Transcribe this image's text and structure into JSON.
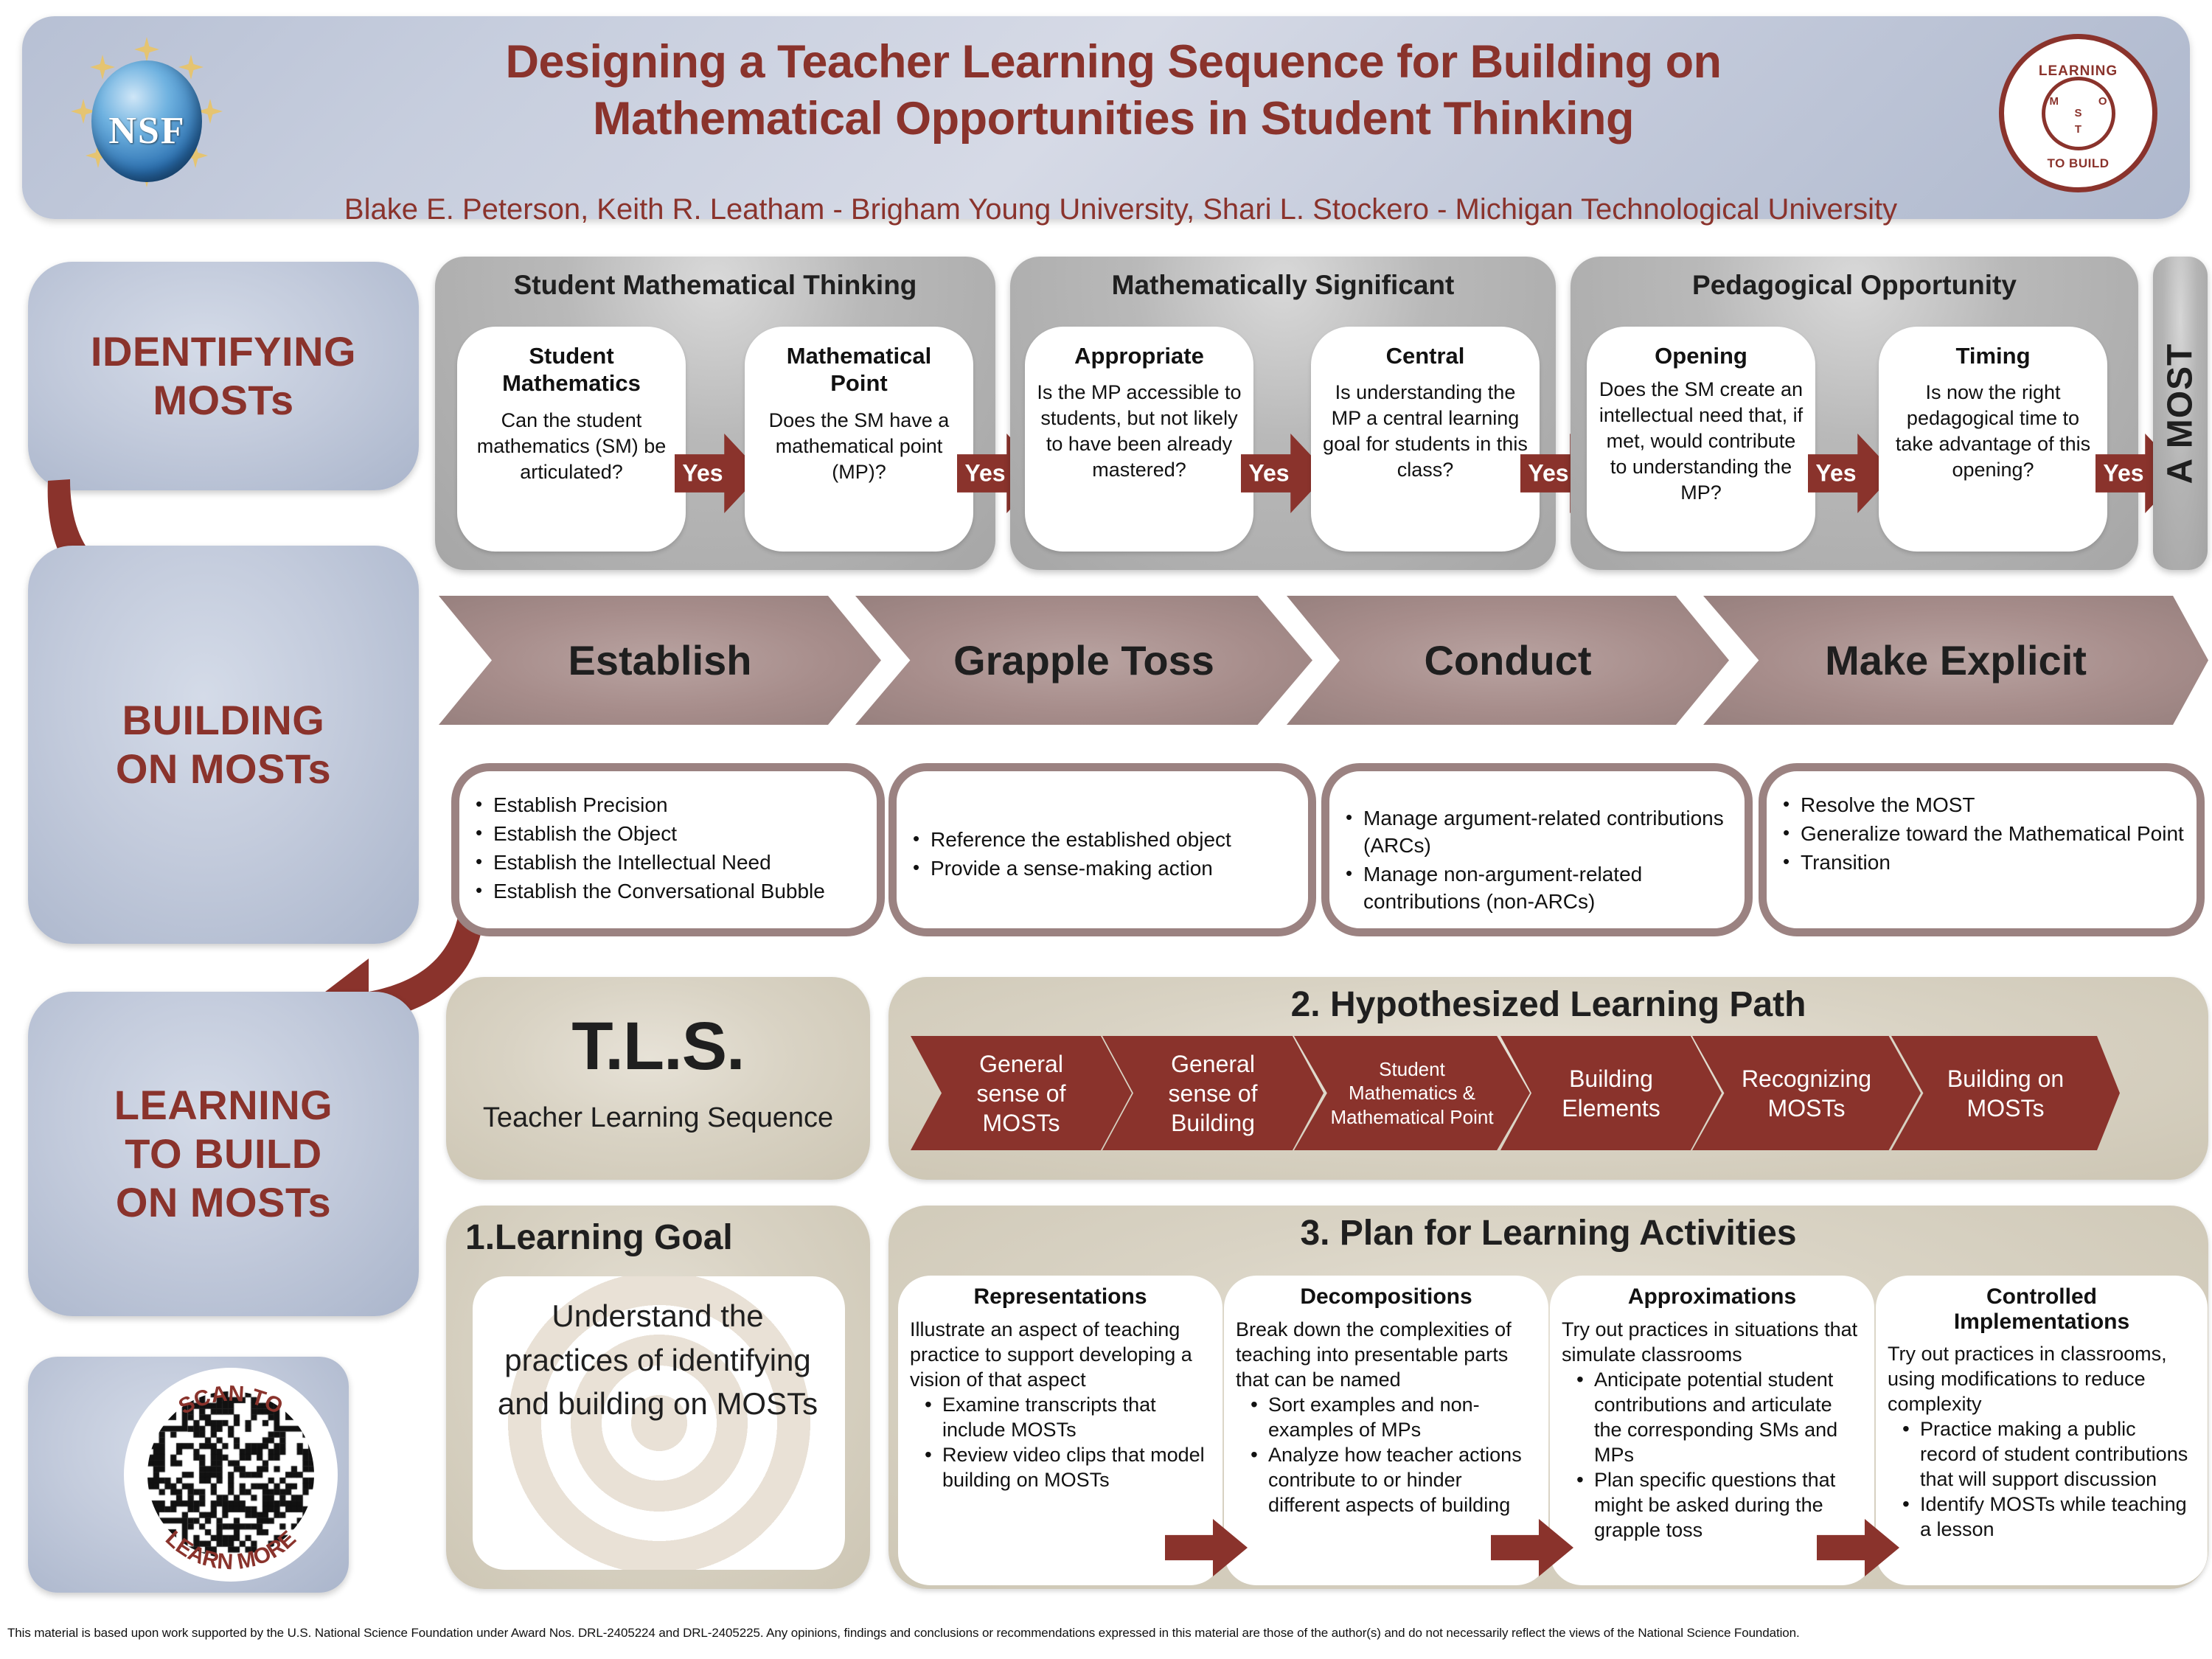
{
  "header": {
    "title_line1": "Designing a Teacher Learning Sequence for Building on",
    "title_line2": "Mathematical Opportunities in Student Thinking",
    "authors": "Blake E. Peterson, Keith R. Leatham - Brigham Young University, Shari L. Stockero - Michigan Technological University",
    "nsf_logo_text": "NSF",
    "most_logo_top": "LEARNING",
    "most_logo_bottom": "TO BUILD",
    "most_logo_letters": {
      "m": "M",
      "o": "O",
      "s": "S",
      "t": "T"
    }
  },
  "sidebar": {
    "identifying": "IDENTIFYING\nMOSTs",
    "identifying_l1": "IDENTIFYING",
    "identifying_l2": "MOSTs",
    "building_l1": "BUILDING",
    "building_l2": "ON MOSTs",
    "learning_l1": "LEARNING",
    "learning_l2": "TO BUILD",
    "learning_l3": "ON MOSTs",
    "qr_top": "SCAN TO",
    "qr_bottom": "LEARN MORE"
  },
  "identifying": {
    "groups": [
      {
        "title": "Student Mathematical Thinking",
        "boxes": [
          {
            "name": "Student\nMathematics",
            "title_l1": "Student",
            "title_l2": "Mathematics",
            "question": "Can the student mathematics (SM) be articulated?"
          },
          {
            "name": "Mathematical Point",
            "title_l1": "Mathematical",
            "title_l2": "Point",
            "question": "Does the SM have a mathematical point (MP)?"
          }
        ]
      },
      {
        "title": "Mathematically Significant",
        "boxes": [
          {
            "title_l1": "Appropriate",
            "title_l2": "",
            "question": "Is the MP accessible to students, but not likely to have been already mastered?"
          },
          {
            "title_l1": "Central",
            "title_l2": "",
            "question": "Is understanding the MP a central learning goal for students in this class?"
          }
        ]
      },
      {
        "title": "Pedagogical Opportunity",
        "boxes": [
          {
            "title_l1": "Opening",
            "title_l2": "",
            "question": "Does the SM create an intellectual need that, if met, would contribute to understanding the MP?"
          },
          {
            "title_l1": "Timing",
            "title_l2": "",
            "question": "Is now the right pedagogical time to take advantage of this opening?"
          }
        ]
      }
    ],
    "yes_label": "Yes",
    "result": "A MOST"
  },
  "building": {
    "phases": [
      {
        "label": "Establish",
        "bullets": [
          "Establish Precision",
          "Establish the Object",
          "Establish the Intellectual Need",
          "Establish the Conversational Bubble"
        ]
      },
      {
        "label": "Grapple Toss",
        "bullets": [
          "Reference the established object",
          "Provide a sense-making action"
        ]
      },
      {
        "label": "Conduct",
        "bullets": [
          "Manage argument-related contributions (ARCs)",
          "Manage non-argument-related contributions (non-ARCs)"
        ]
      },
      {
        "label": "Make Explicit",
        "bullets": [
          "Resolve the MOST",
          "Generalize toward the Mathematical Point",
          "Transition"
        ]
      }
    ]
  },
  "tls": {
    "acronym": "T.L.S.",
    "expansion": "Teacher Learning Sequence"
  },
  "learning_path": {
    "title": "2. Hypothesized Learning Path",
    "steps": [
      {
        "text": "General sense of MOSTs",
        "l1": "General",
        "l2": "sense of",
        "l3": "MOSTs",
        "small": false
      },
      {
        "text": "General sense of Building",
        "l1": "General",
        "l2": "sense of",
        "l3": "Building",
        "small": false
      },
      {
        "text": "Student Mathematics & Mathematical Point",
        "l1": "Student",
        "l2": "Mathematics &",
        "l3": "Mathematical Point",
        "small": true
      },
      {
        "text": "Building Elements",
        "l1": "Building",
        "l2": "Elements",
        "l3": "",
        "small": false
      },
      {
        "text": "Recognizing MOSTs",
        "l1": "Recognizing",
        "l2": "MOSTs",
        "l3": "",
        "small": false
      },
      {
        "text": "Building on MOSTs",
        "l1": "Building on",
        "l2": "MOSTs",
        "l3": "",
        "small": false
      }
    ]
  },
  "learning_goal": {
    "title": "1.Learning Goal",
    "text": "Understand the practices of identifying and building on MOSTs"
  },
  "plan": {
    "title": "3. Plan for Learning Activities",
    "columns": [
      {
        "title": "Representations",
        "lead": "Illustrate an aspect of teaching practice to support developing a vision of that aspect",
        "bullets": [
          "Examine transcripts that include MOSTs",
          "Review video clips that model building on MOSTs"
        ]
      },
      {
        "title": "Decompositions",
        "lead": "Break down the complexities of teaching into presentable parts that can be named",
        "bullets": [
          "Sort examples and non-examples of MPs",
          "Analyze how teacher actions contribute to or hinder different aspects of building"
        ]
      },
      {
        "title": "Approximations",
        "lead": "Try out practices in situations that simulate classrooms",
        "bullets": [
          "Anticipate potential student contributions and articulate the corresponding SMs and MPs",
          "Plan specific questions that might be asked during the grapple toss"
        ]
      },
      {
        "title": "Controlled Implementations",
        "title_l1": "Controlled",
        "title_l2": "Implementations",
        "lead": "Try out practices in classrooms, using modifications to reduce complexity",
        "bullets": [
          "Practice making a public record of student contributions that will support discussion",
          "Identify MOSTs while teaching a lesson"
        ]
      }
    ]
  },
  "footer": {
    "text": "This material is based upon work supported by the U.S. National Science Foundation under Award Nos. DRL-2405224  and DRL-2405225. Any opinions, findings and conclusions or recommendations expressed in this material are those of the author(s) and do not necessarily reflect the views of the National Science Foundation."
  },
  "colors": {
    "brand_maroon": "#8a332c",
    "header_blue": "#c3cbdc",
    "gray_group": "#a6a6a6",
    "tan": "#d9d3c4",
    "mauve": "#9b8281"
  }
}
